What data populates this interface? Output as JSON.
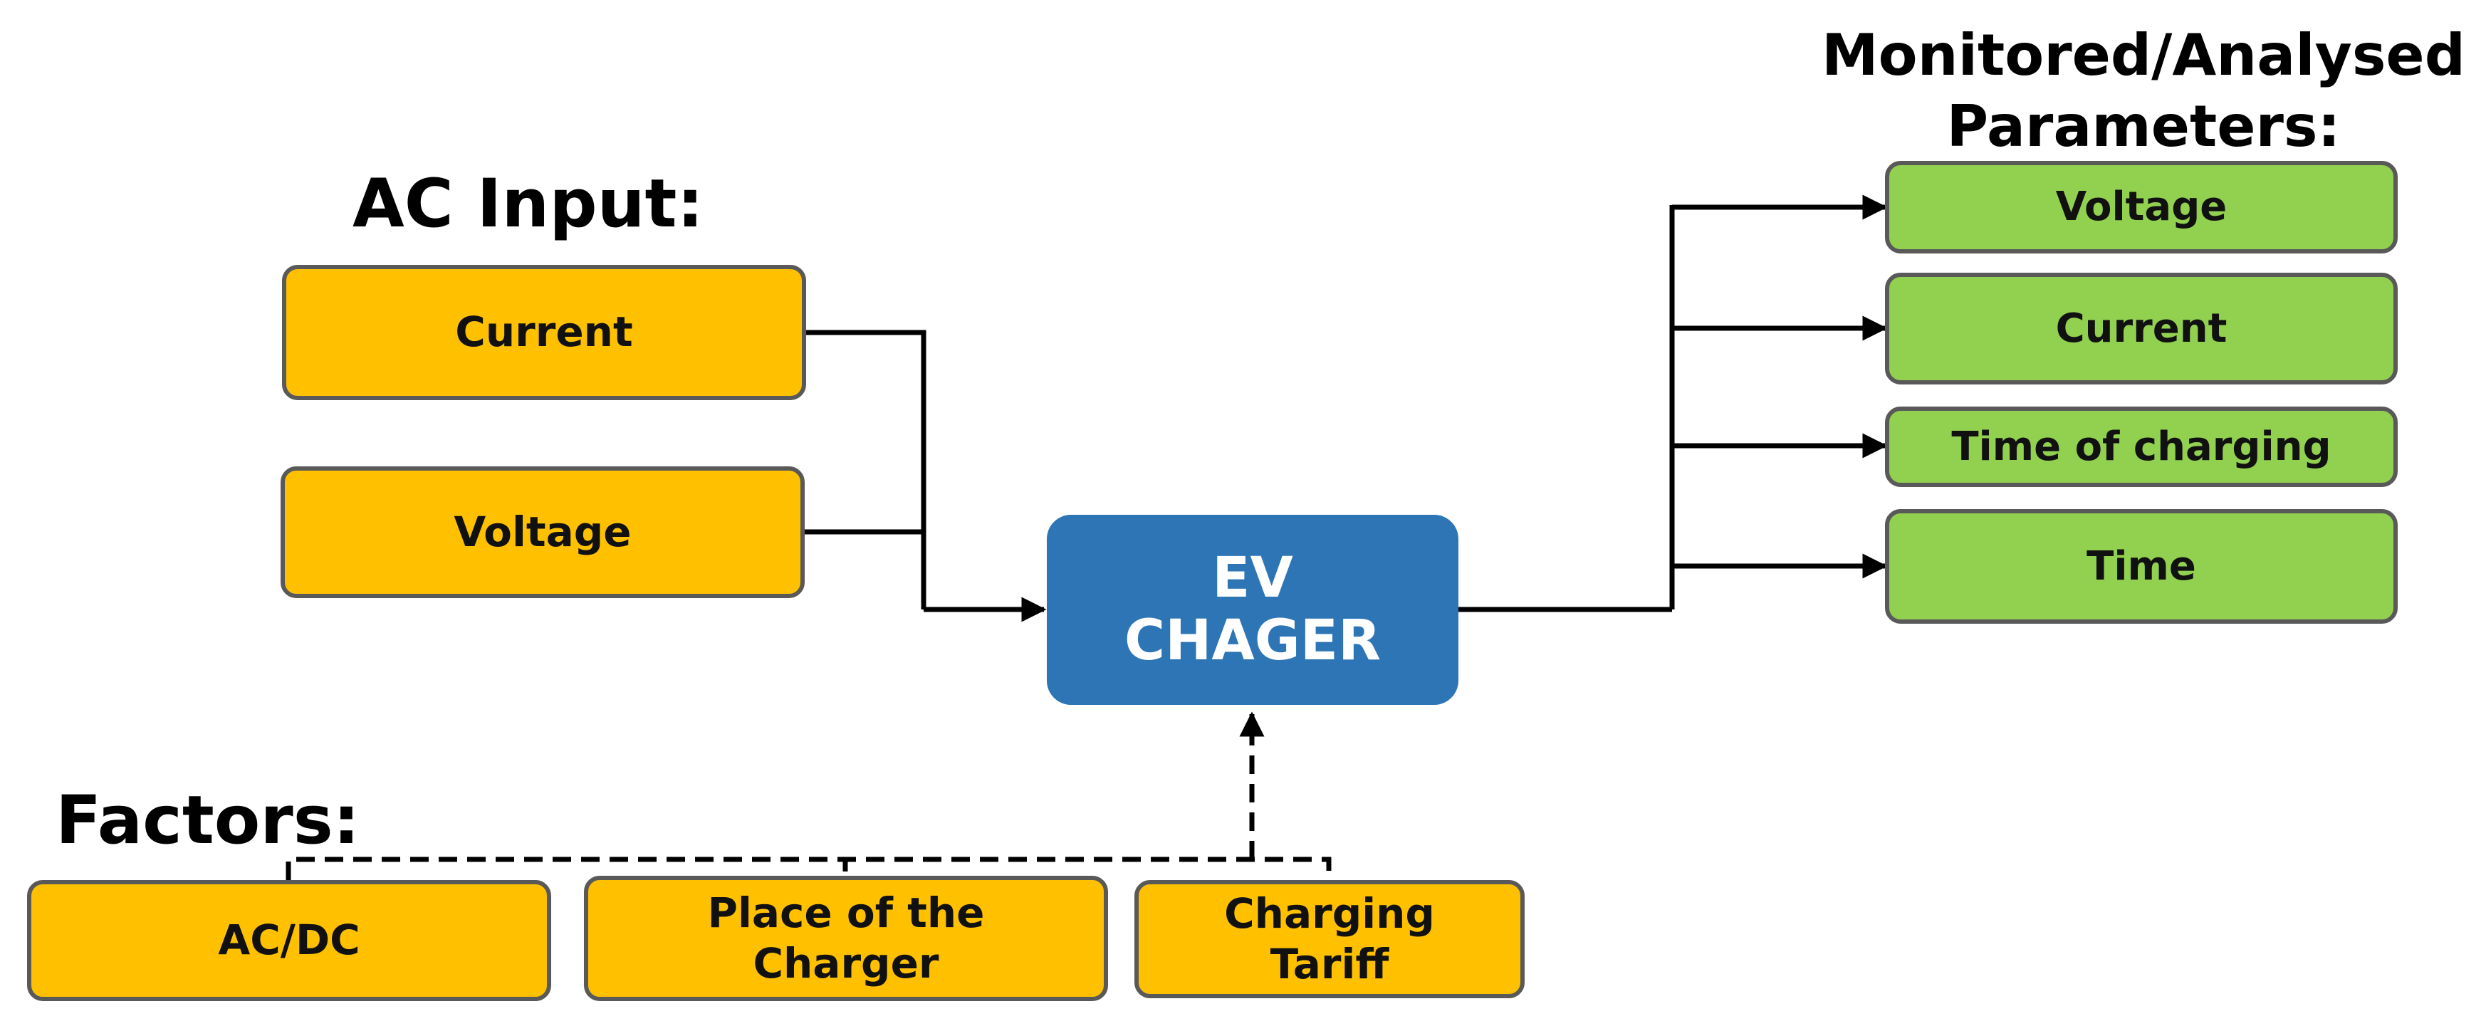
{
  "headings": {
    "ac_input": "AC Input:",
    "factors": "Factors:",
    "monitored": "Monitored/Analysed Parameters:"
  },
  "ac_inputs": [
    "Current",
    "Voltage"
  ],
  "center": "EV\nCHAGER",
  "factors": [
    "AC/DC",
    "Place of the\nCharger",
    "Charging\nTariff"
  ],
  "parameters": [
    "Voltage",
    "Current",
    "Time of charging",
    "Time"
  ],
  "colors": {
    "input_fill": "#ffc000",
    "parameter_fill": "#92d050",
    "center_fill": "#2e75b6",
    "box_border": "#595959",
    "line": "#000000"
  }
}
